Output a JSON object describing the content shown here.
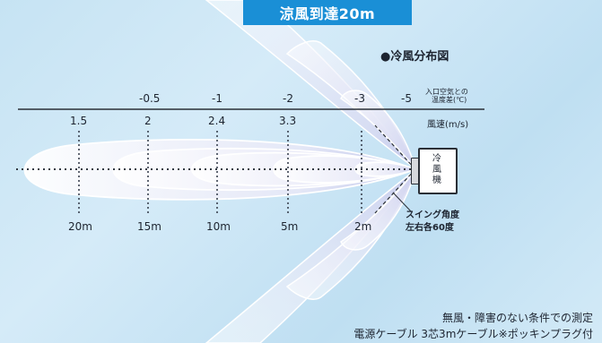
{
  "banner": {
    "title": "涼風到達20m"
  },
  "legend": {
    "title": "●冷風分布図"
  },
  "temperature_row": {
    "caption_line1": "入口空気との",
    "caption_line2": "温度差(℃)",
    "values": [
      "-0.5",
      "-1",
      "-2",
      "-3",
      "-5"
    ]
  },
  "speed_row": {
    "values": [
      "1.5",
      "2",
      "2.4",
      "3.3"
    ],
    "unit": "風速(m/s)"
  },
  "distance_row": {
    "values": [
      "20m",
      "15m",
      "10m",
      "5m",
      "2m"
    ]
  },
  "unit": {
    "label": "冷風機"
  },
  "swing": {
    "line1": "スイング角度",
    "line2": "左右各60度"
  },
  "notes": {
    "line1": "無風・障害のない条件での測定",
    "line2": "電源ケーブル 3芯3mケーブル※ポッキンプラグ付"
  },
  "colors": {
    "banner": "#1a8fd6",
    "background": "#c9e4f4",
    "lobe_tip": "#ffffff",
    "lobe_base": "#c3c6ea",
    "line": "#2a2f36"
  },
  "chart_data": {
    "type": "diagram",
    "max_reach_m": 20,
    "swing_angle_each_side_deg": 60,
    "distance_markers_m": [
      20,
      15,
      10,
      5,
      2
    ],
    "air_speed_m_s": [
      1.5,
      2,
      2.4,
      3.3
    ],
    "temperature_difference_c": [
      -0.5,
      -1,
      -2,
      -3,
      -5
    ]
  }
}
